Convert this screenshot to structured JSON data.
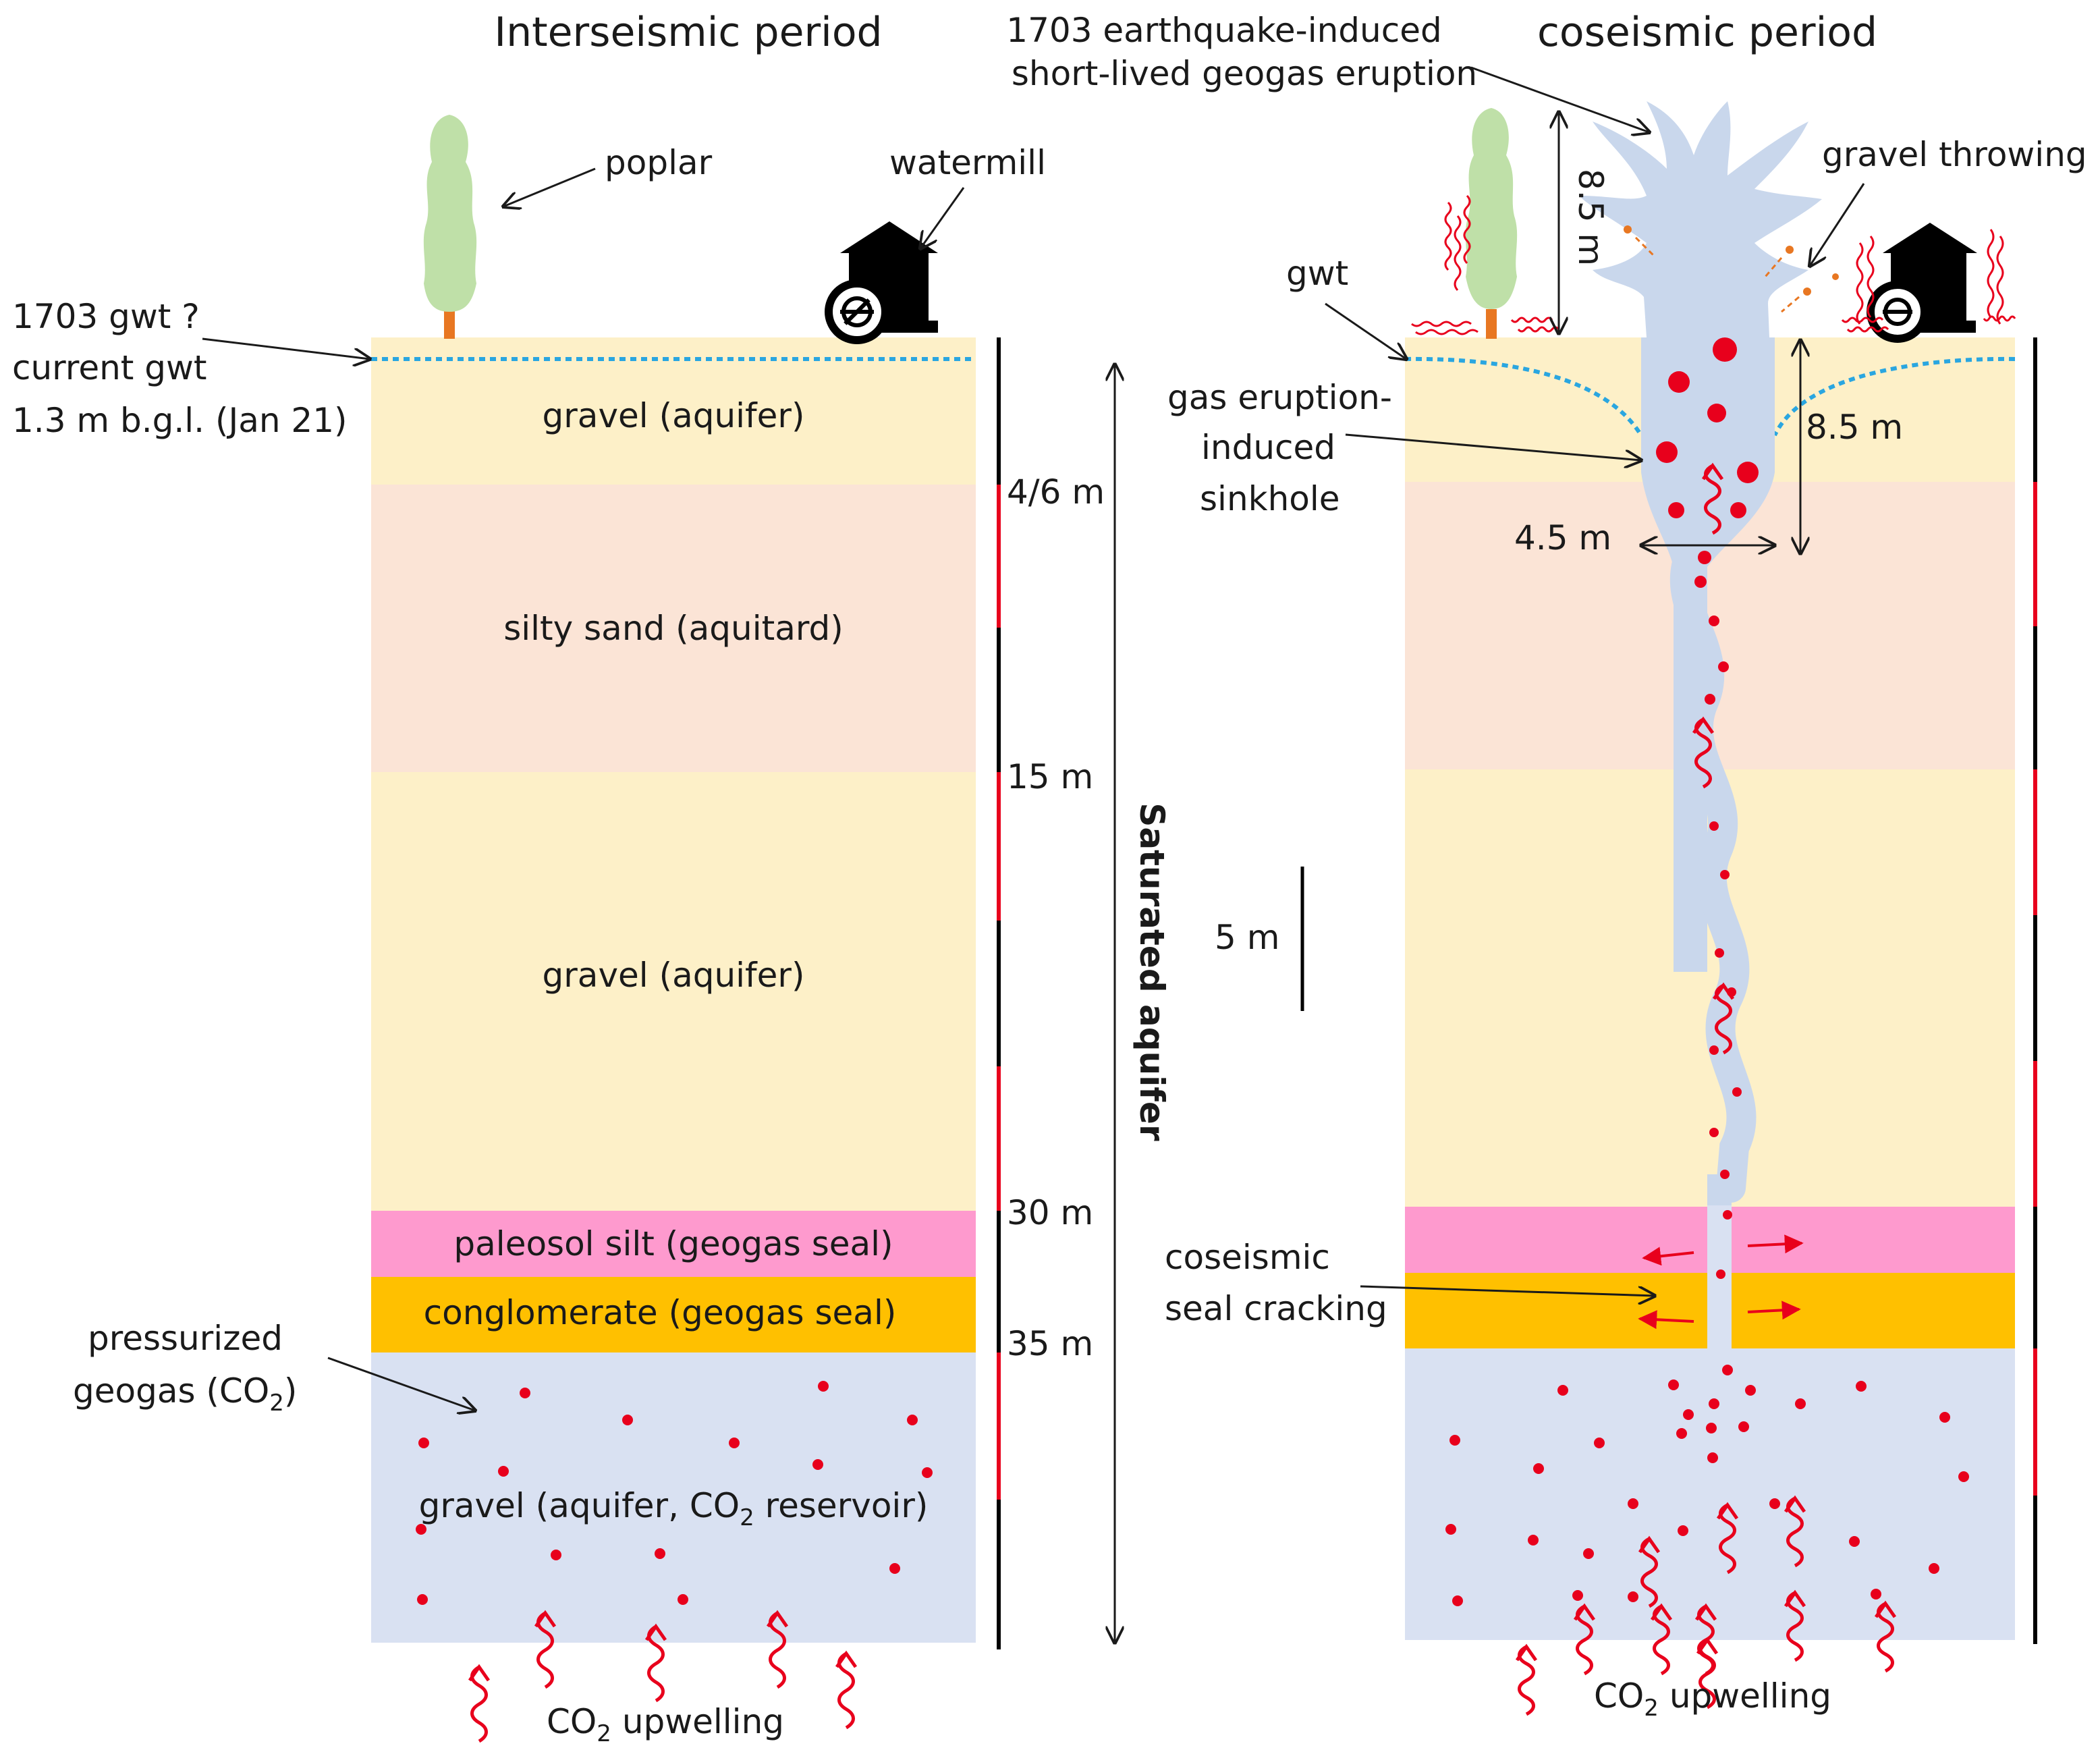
{
  "titles": {
    "left": "Interseismic period",
    "right": "coseismic period",
    "eruption_line1": "1703 earthquake-induced",
    "eruption_line2": "short-lived geogas eruption"
  },
  "labels": {
    "poplar": "poplar",
    "watermill": "watermill",
    "gwt_line1": "1703 gwt ?",
    "gwt_line2": "current gwt",
    "gwt_line3": "1.3 m b.g.l. (Jan 21)",
    "gwt_right": "gwt",
    "gravel_throwing": "gravel throwing",
    "sinkhole_line1": "gas eruption-",
    "sinkhole_line2": "induced",
    "sinkhole_line3": "sinkhole",
    "pressurized_line1": "pressurized",
    "pressurized_line2": "geogas (CO",
    "pressurized_sub": "2",
    "pressurized_tail": ")",
    "cracking_line1": "coseismic",
    "cracking_line2": "seal cracking",
    "saturated": "Saturated aquifer",
    "co2_left_main": "CO",
    "co2_left_sub": "2",
    "co2_left_tail": " upwelling",
    "co2_right_main": "CO",
    "co2_right_sub": "2",
    "co2_right_tail": " upwelling"
  },
  "layers": [
    {
      "name": "gravel (aquifer)",
      "color": "#fdf0c8"
    },
    {
      "name": "silty sand (aquitard)",
      "color": "#fbe4d6"
    },
    {
      "name": "gravel (aquifer)",
      "color": "#fdf0c8"
    },
    {
      "name": "paleosol silt (geogas seal)",
      "color": "#fe9ace"
    },
    {
      "name": "conglomerate (geogas seal)",
      "color": "#ffc000"
    },
    {
      "name": "gravel (aquifer, CO",
      "sub": "2",
      "tail": " reservoir)",
      "color": "#d9e1f2"
    }
  ],
  "depth_marks": [
    "4/6 m",
    "15 m",
    "30 m",
    "35 m"
  ],
  "dimensions": {
    "eruption_height": "8.5 m",
    "sinkhole_depth": "8.5 m",
    "sinkhole_width": "4.5 m",
    "scale_bar": "5 m"
  },
  "colors": {
    "red": "#e8001c",
    "gas": "#c9d7ec",
    "water_table": "#2aa6e0",
    "tree": "#bfe0a8",
    "trunk": "#e87722",
    "black": "#000000"
  }
}
